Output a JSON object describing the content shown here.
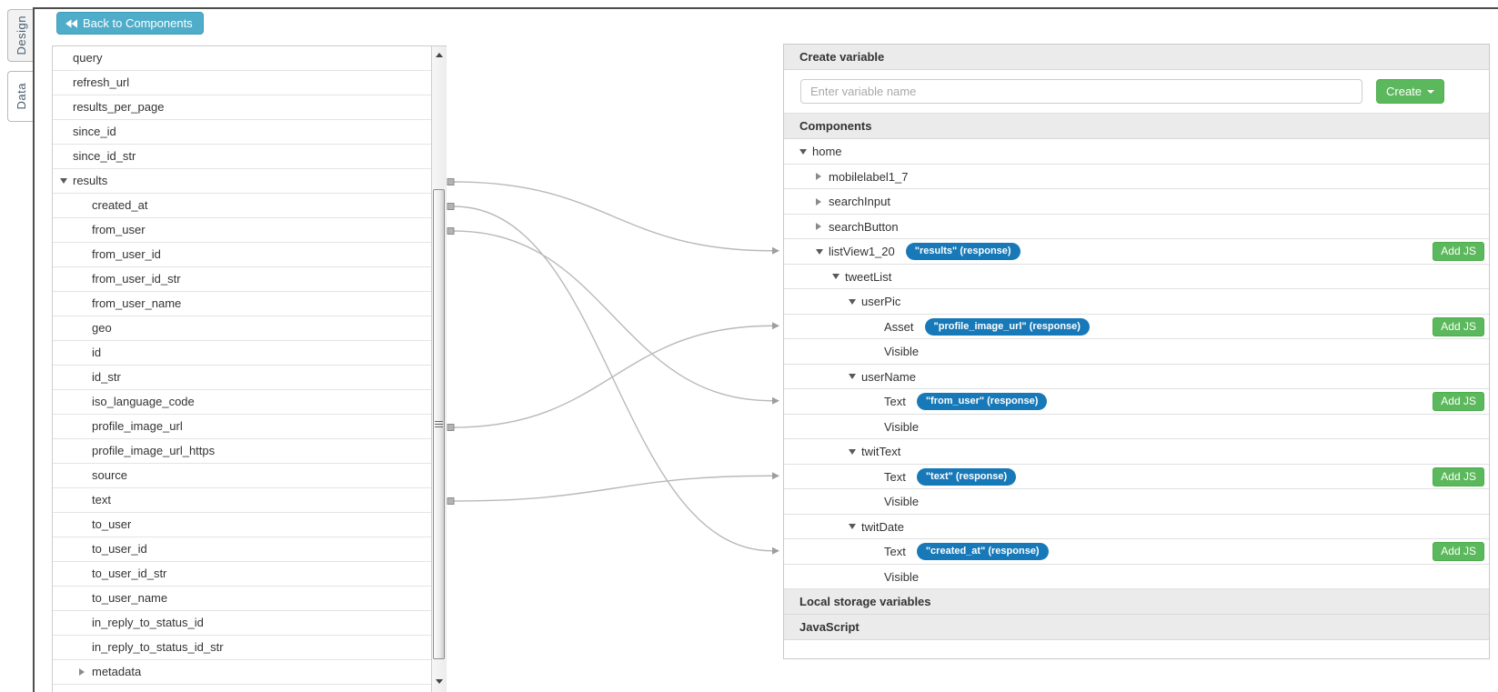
{
  "tabs": [
    {
      "label": "Design",
      "active": false
    },
    {
      "label": "Data",
      "active": true
    }
  ],
  "toolbar": {
    "back_label": "Back to Components"
  },
  "response_tree": {
    "items": [
      {
        "label": "query",
        "level": 0,
        "expand": null
      },
      {
        "label": "refresh_url",
        "level": 0,
        "expand": null
      },
      {
        "label": "results_per_page",
        "level": 0,
        "expand": null
      },
      {
        "label": "since_id",
        "level": 0,
        "expand": null
      },
      {
        "label": "since_id_str",
        "level": 0,
        "expand": null
      },
      {
        "label": "results",
        "level": 0,
        "expand": "open"
      },
      {
        "label": "created_at",
        "level": 1,
        "expand": null
      },
      {
        "label": "from_user",
        "level": 1,
        "expand": null
      },
      {
        "label": "from_user_id",
        "level": 1,
        "expand": null
      },
      {
        "label": "from_user_id_str",
        "level": 1,
        "expand": null
      },
      {
        "label": "from_user_name",
        "level": 1,
        "expand": null
      },
      {
        "label": "geo",
        "level": 1,
        "expand": null
      },
      {
        "label": "id",
        "level": 1,
        "expand": null
      },
      {
        "label": "id_str",
        "level": 1,
        "expand": null
      },
      {
        "label": "iso_language_code",
        "level": 1,
        "expand": null
      },
      {
        "label": "profile_image_url",
        "level": 1,
        "expand": null
      },
      {
        "label": "profile_image_url_https",
        "level": 1,
        "expand": null
      },
      {
        "label": "source",
        "level": 1,
        "expand": null
      },
      {
        "label": "text",
        "level": 1,
        "expand": null
      },
      {
        "label": "to_user",
        "level": 1,
        "expand": null
      },
      {
        "label": "to_user_id",
        "level": 1,
        "expand": null
      },
      {
        "label": "to_user_id_str",
        "level": 1,
        "expand": null
      },
      {
        "label": "to_user_name",
        "level": 1,
        "expand": null
      },
      {
        "label": "in_reply_to_status_id",
        "level": 1,
        "expand": null
      },
      {
        "label": "in_reply_to_status_id_str",
        "level": 1,
        "expand": null
      },
      {
        "label": "metadata",
        "level": 1,
        "expand": "closed"
      }
    ]
  },
  "create_variable": {
    "title": "Create variable",
    "placeholder": "Enter variable name",
    "button_label": "Create"
  },
  "components": {
    "title": "Components",
    "add_js_label": "Add JS",
    "rows": [
      {
        "label": "home",
        "level": 0,
        "expand": "open",
        "property": false,
        "badge": null,
        "add_js": false
      },
      {
        "label": "mobilelabel1_7",
        "level": 1,
        "expand": "closed",
        "property": false,
        "badge": null,
        "add_js": false
      },
      {
        "label": "searchInput",
        "level": 1,
        "expand": "closed",
        "property": false,
        "badge": null,
        "add_js": false
      },
      {
        "label": "searchButton",
        "level": 1,
        "expand": "closed",
        "property": false,
        "badge": null,
        "add_js": false
      },
      {
        "label": "listView1_20",
        "level": 1,
        "expand": "open",
        "property": false,
        "badge": "\"results\" (response)",
        "add_js": true
      },
      {
        "label": "tweetList",
        "level": 2,
        "expand": "open",
        "property": false,
        "badge": null,
        "add_js": false
      },
      {
        "label": "userPic",
        "level": 3,
        "expand": "open",
        "property": false,
        "badge": null,
        "add_js": false
      },
      {
        "label": "Asset",
        "level": 4,
        "expand": null,
        "property": true,
        "badge": "\"profile_image_url\" (response)",
        "add_js": true
      },
      {
        "label": "Visible",
        "level": 4,
        "expand": null,
        "property": true,
        "badge": null,
        "add_js": false
      },
      {
        "label": "userName",
        "level": 3,
        "expand": "open",
        "property": false,
        "badge": null,
        "add_js": false
      },
      {
        "label": "Text",
        "level": 4,
        "expand": null,
        "property": true,
        "badge": "\"from_user\" (response)",
        "add_js": true
      },
      {
        "label": "Visible",
        "level": 4,
        "expand": null,
        "property": true,
        "badge": null,
        "add_js": false
      },
      {
        "label": "twitText",
        "level": 3,
        "expand": "open",
        "property": false,
        "badge": null,
        "add_js": false
      },
      {
        "label": "Text",
        "level": 4,
        "expand": null,
        "property": true,
        "badge": "\"text\" (response)",
        "add_js": true
      },
      {
        "label": "Visible",
        "level": 4,
        "expand": null,
        "property": true,
        "badge": null,
        "add_js": false
      },
      {
        "label": "twitDate",
        "level": 3,
        "expand": "open",
        "property": false,
        "badge": null,
        "add_js": false
      },
      {
        "label": "Text",
        "level": 4,
        "expand": null,
        "property": true,
        "badge": "\"created_at\" (response)",
        "add_js": true
      },
      {
        "label": "Visible",
        "level": 4,
        "expand": null,
        "property": true,
        "badge": null,
        "add_js": false
      }
    ]
  },
  "sections": {
    "local_storage": "Local storage variables",
    "javascript": "JavaScript"
  },
  "mappings": [
    {
      "from": "results",
      "to": "listView1_20",
      "from_index": 5,
      "to_index": 4
    },
    {
      "from": "created_at",
      "to": "twitDate.Text",
      "from_index": 6,
      "to_index": 16
    },
    {
      "from": "from_user",
      "to": "userName.Text",
      "from_index": 7,
      "to_index": 10
    },
    {
      "from": "profile_image_url",
      "to": "userPic.Asset",
      "from_index": 15,
      "to_index": 7
    },
    {
      "from": "text",
      "to": "twitText.Text",
      "from_index": 18,
      "to_index": 13
    }
  ],
  "colors": {
    "badge_blue": "#1879b8",
    "button_green": "#5cb85c",
    "back_teal": "#4fadca",
    "wire_gray": "#b8b9ba"
  }
}
